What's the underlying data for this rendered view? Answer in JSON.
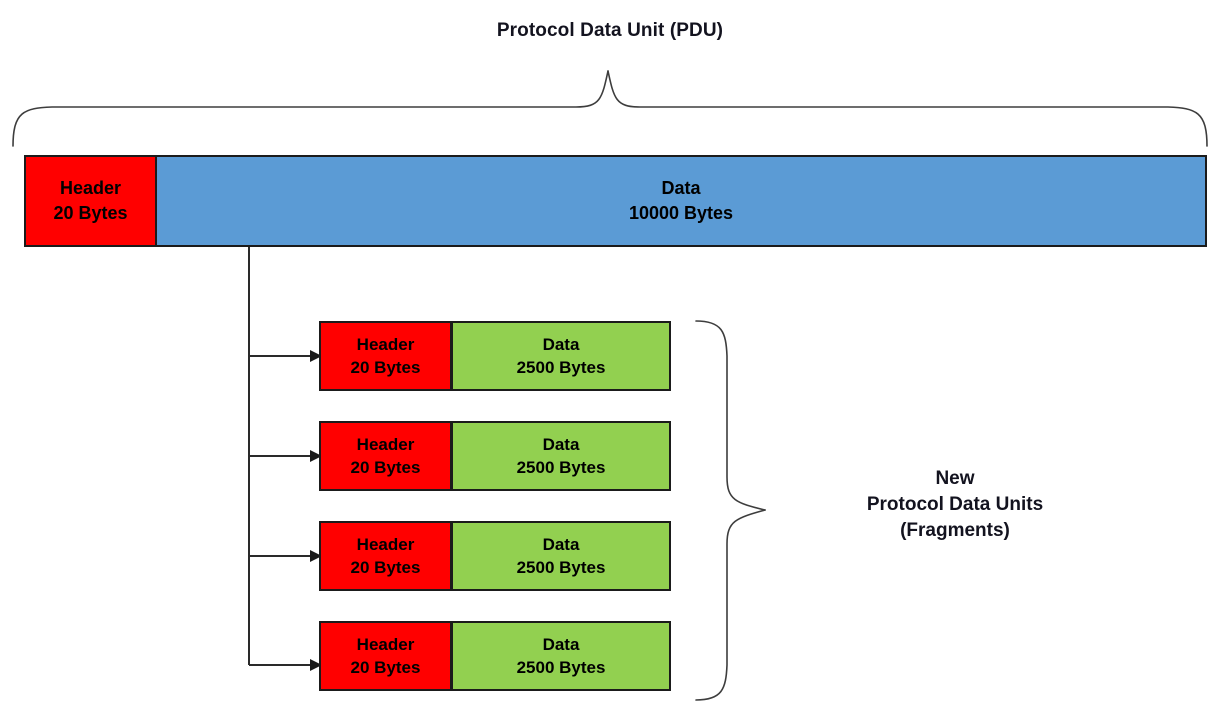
{
  "diagram": {
    "title": "Protocol Data Unit (PDU)",
    "right_label": {
      "line1": "New",
      "line2": "Protocol Data Units",
      "line3": "(Fragments)"
    },
    "colors": {
      "header": "#FF0000",
      "original_data": "#5B9BD5",
      "fragment_data": "#92D050",
      "stroke": "#1b1b1b",
      "text": "#13131f",
      "brace": "#404040"
    },
    "original_pdu": {
      "header": {
        "name": "Header",
        "size": "20 Bytes"
      },
      "data": {
        "name": "Data",
        "size": "10000 Bytes"
      }
    },
    "fragments": [
      {
        "header": {
          "name": "Header",
          "size": "20 Bytes"
        },
        "data": {
          "name": "Data",
          "size": "2500 Bytes"
        }
      },
      {
        "header": {
          "name": "Header",
          "size": "20 Bytes"
        },
        "data": {
          "name": "Data",
          "size": "2500 Bytes"
        }
      },
      {
        "header": {
          "name": "Header",
          "size": "20 Bytes"
        },
        "data": {
          "name": "Data",
          "size": "2500 Bytes"
        }
      },
      {
        "header": {
          "name": "Header",
          "size": "20 Bytes"
        },
        "data": {
          "name": "Data",
          "size": "2500 Bytes"
        }
      }
    ]
  }
}
